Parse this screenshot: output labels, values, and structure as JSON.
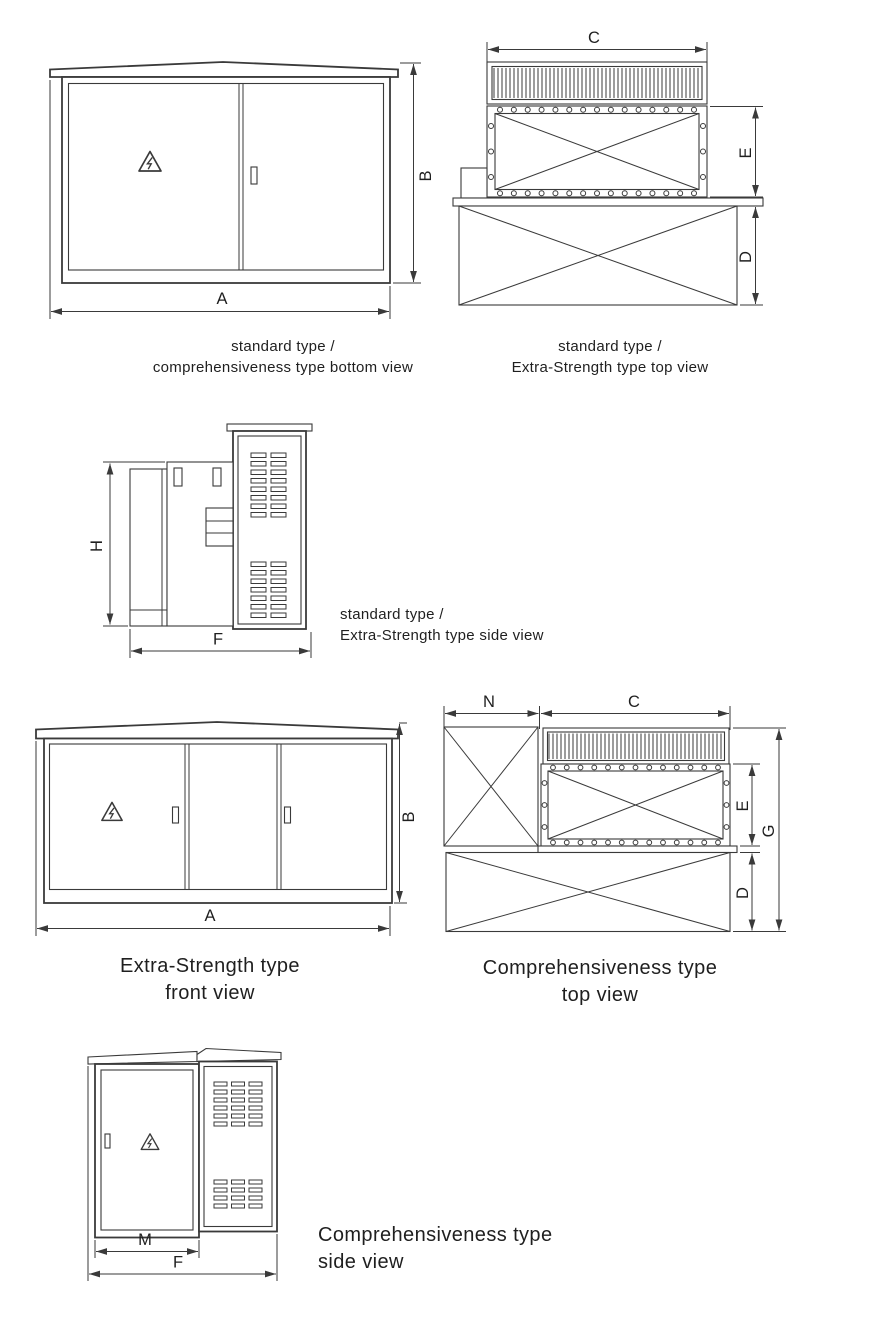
{
  "drawing": {
    "line_color": "#3a3a3a",
    "text_color": "#1f1f1f",
    "background": "#ffffff"
  },
  "icons": {
    "warning": "high-voltage-warning-triangle"
  },
  "views": {
    "front_standard": {
      "caption_line1": "standard type /",
      "caption_line2": "comprehensiveness type bottom view",
      "dim_width": "A",
      "dim_height": "B"
    },
    "top_standard": {
      "caption_line1": "standard type /",
      "caption_line2": "Extra-Strength type top view",
      "dim_width": "C",
      "dim_box_height": "E",
      "dim_base_height": "D"
    },
    "side_standard": {
      "caption_line1": "standard type /",
      "caption_line2": "Extra-Strength type side view",
      "dim_height": "H",
      "dim_depth": "F"
    },
    "front_extra_strength": {
      "caption_line1": "Extra-Strength type",
      "caption_line2": "front view",
      "dim_width": "A",
      "dim_height": "B"
    },
    "top_comprehensiveness": {
      "caption_line1": "Comprehensiveness type",
      "caption_line2": "top view",
      "dim_side_box_width": "N",
      "dim_width": "C",
      "dim_box_height": "E",
      "dim_base_height": "D",
      "dim_total_height": "G"
    },
    "side_comprehensiveness": {
      "caption_line1": "Comprehensiveness type",
      "caption_line2": "side view",
      "dim_door_width": "M",
      "dim_depth": "F"
    }
  }
}
